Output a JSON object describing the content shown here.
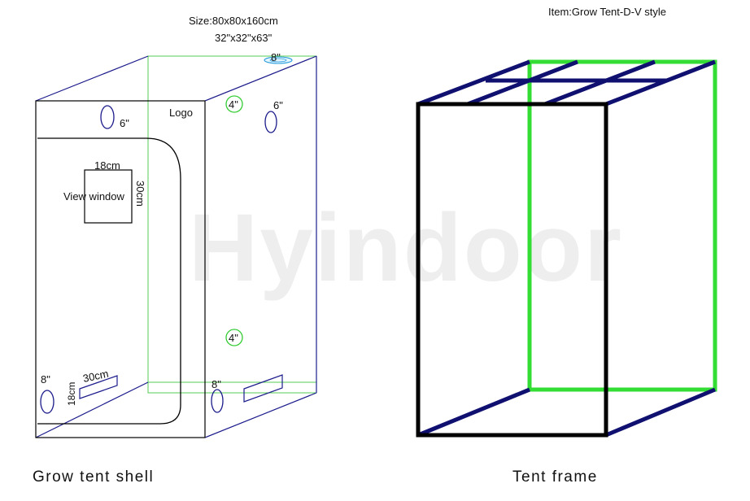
{
  "colors": {
    "outline_blue": "#1c1c8c",
    "frame_navy": "#101070",
    "frame_green": "#33dd33",
    "panel_green": "#55cc55",
    "frame_black": "#000000",
    "watermark": "#eeeeee"
  },
  "header": {
    "size_metric": "Size:80x80x160cm",
    "size_imperial": "32\"x32\"x63\"",
    "item": "Item:Grow Tent-D-V style"
  },
  "watermark": "Hyindoor",
  "shell": {
    "logo": "Logo",
    "view_window": "View window",
    "window_width": "18cm",
    "window_height": "30cm",
    "vent_front_top": "6\"",
    "vent_side_top": "6\"",
    "roof_port": "8\"",
    "side_port_top": "4\"",
    "side_port_bottom": "4\"",
    "front_port_bottom": "8\"",
    "side_port_lower": "8\"",
    "vent_flap_width": "30cm",
    "vent_flap_height": "18cm"
  },
  "captions": {
    "shell": "Grow tent shell",
    "frame": "Tent frame"
  }
}
